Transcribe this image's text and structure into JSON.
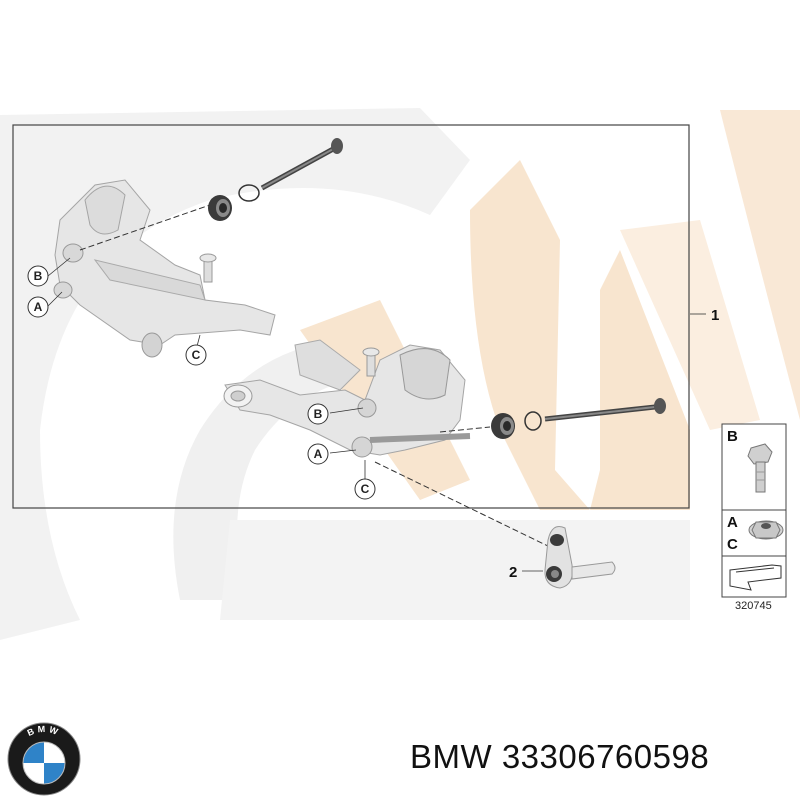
{
  "diagram": {
    "callouts": [
      {
        "id": "b-upper",
        "letter": "B"
      },
      {
        "id": "a-upper",
        "letter": "A"
      },
      {
        "id": "c-upper",
        "letter": "C"
      },
      {
        "id": "b-lower",
        "letter": "B"
      },
      {
        "id": "a-lower",
        "letter": "A"
      },
      {
        "id": "c-lower",
        "letter": "C"
      }
    ],
    "parts": [
      {
        "id": "part-1",
        "number": "1"
      },
      {
        "id": "part-2",
        "number": "2"
      }
    ],
    "legend": {
      "b": "B",
      "a": "A",
      "c": "C"
    },
    "reference_number": "320745"
  },
  "logo": {
    "text": "BMW",
    "colors": {
      "ring": "#1a1a1a",
      "blue": "#2f83c8",
      "white": "#ffffff"
    }
  },
  "caption": "BMW 33306760598",
  "colors": {
    "watermark_gray": "#f1f1f1",
    "watermark_peach": "#f8e6d2",
    "part_fill": "#e4e4e4",
    "part_stroke": "#9a9a9a",
    "bushing": "#3a3a3a"
  }
}
